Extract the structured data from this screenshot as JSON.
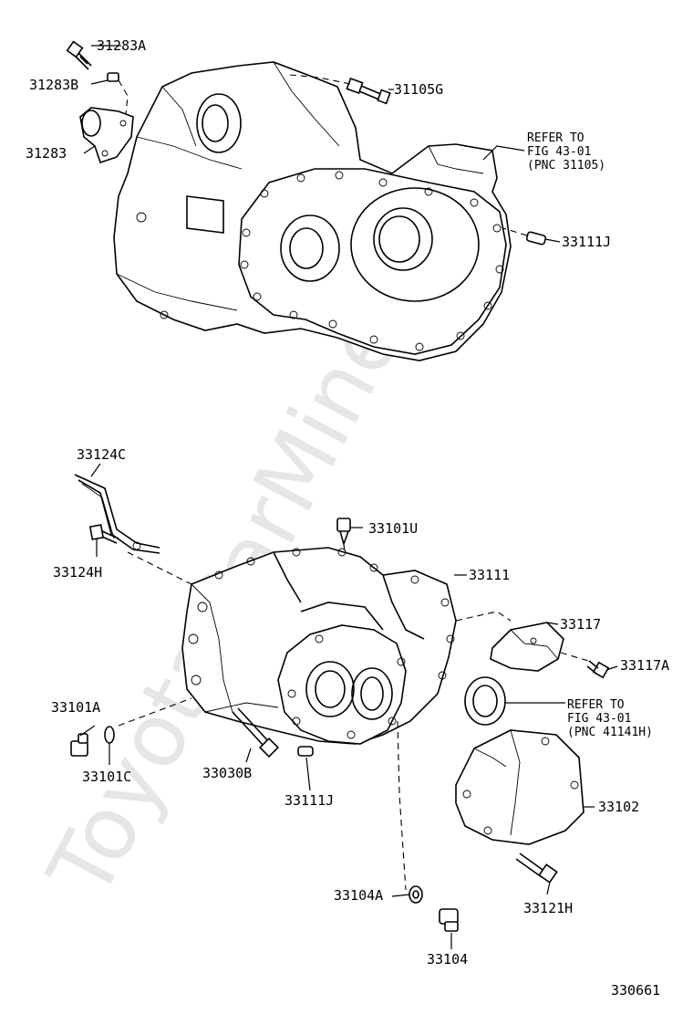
{
  "watermark": "ToyotaCarMine.ru",
  "figure_number": "330661",
  "labels": {
    "p31283A": "31283A",
    "p31283B": "31283B",
    "p31283": "31283",
    "p31105G": "31105G",
    "p33111J_top": "33111J",
    "p33124C": "33124C",
    "p33124H": "33124H",
    "p33101U": "33101U",
    "p33111": "33111",
    "p33117": "33117",
    "p33117A": "33117A",
    "p33101A": "33101A",
    "p33101C": "33101C",
    "p33030B": "33030B",
    "p33111J_bottom": "33111J",
    "p33102": "33102",
    "p33104A": "33104A",
    "p33121H": "33121H",
    "p33104": "33104"
  },
  "references": {
    "ref_top": {
      "line1": "REFER TO",
      "line2": "FIG 43-01",
      "line3": "(PNC 31105)"
    },
    "ref_bottom": {
      "line1": "REFER TO",
      "line2": "FIG 43-01",
      "line3": "(PNC 41141H)"
    }
  }
}
